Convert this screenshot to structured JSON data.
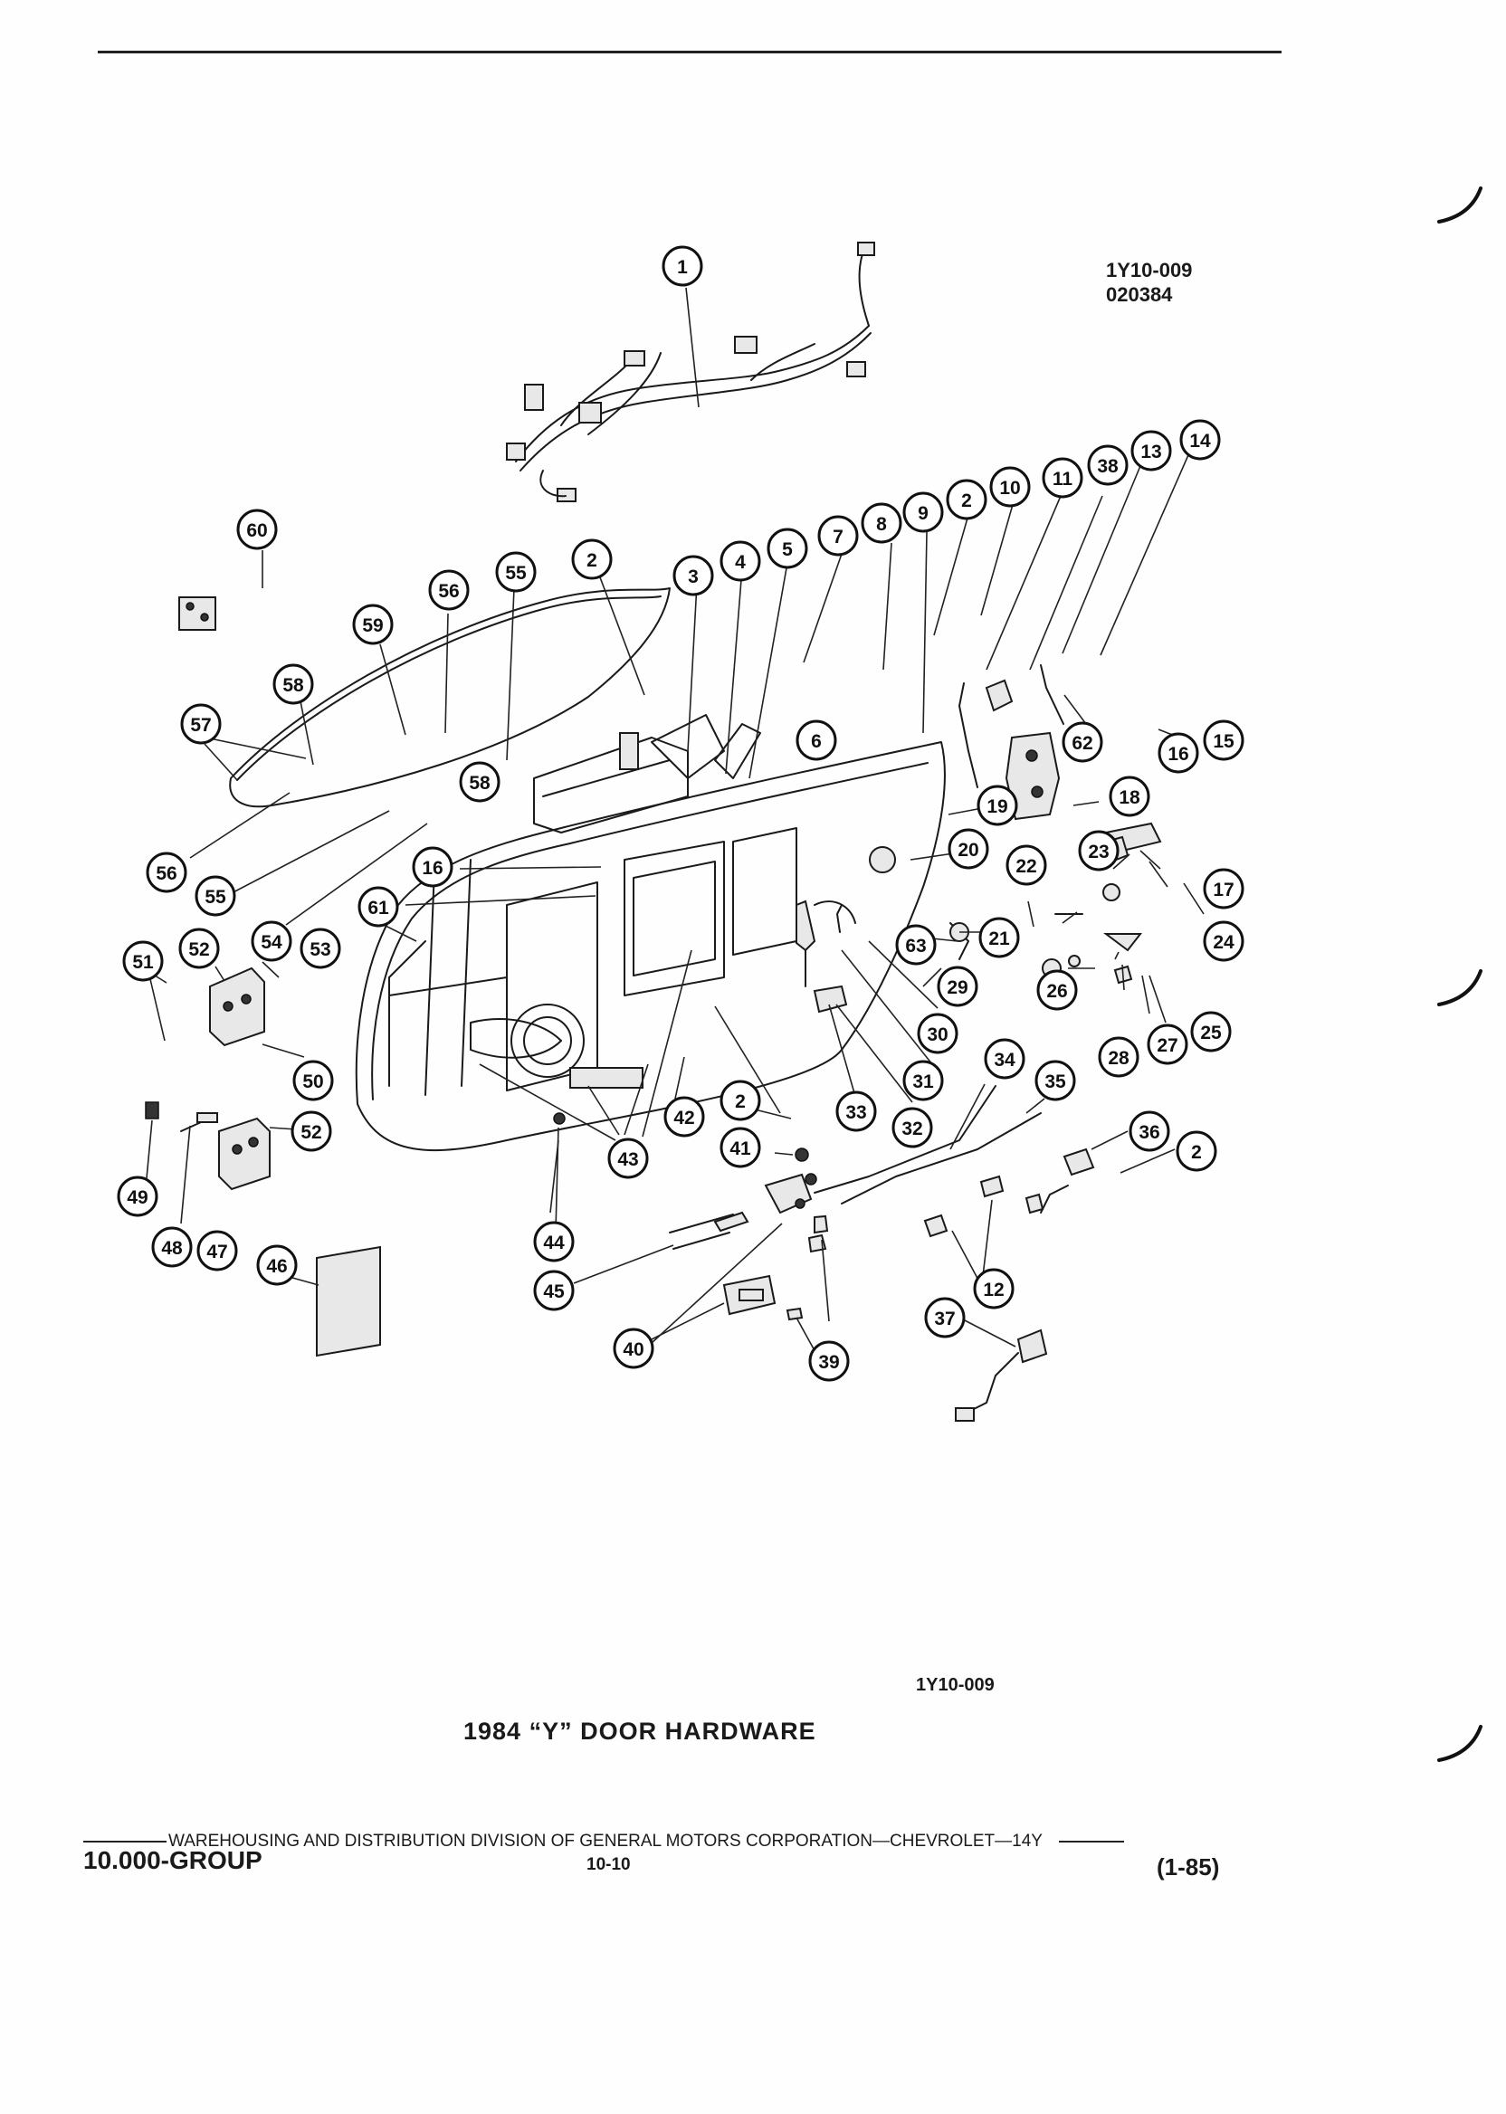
{
  "header": {
    "ref_code": "1Y10-009",
    "date_code": "020384"
  },
  "diagram": {
    "callouts": [
      "1",
      "2",
      "2",
      "2",
      "2",
      "3",
      "4",
      "5",
      "6",
      "7",
      "8",
      "9",
      "10",
      "11",
      "12",
      "13",
      "14",
      "15",
      "16",
      "16",
      "17",
      "18",
      "19",
      "20",
      "21",
      "22",
      "23",
      "24",
      "25",
      "26",
      "27",
      "28",
      "29",
      "30",
      "31",
      "32",
      "33",
      "34",
      "35",
      "36",
      "37",
      "38",
      "39",
      "40",
      "41",
      "42",
      "43",
      "44",
      "45",
      "46",
      "47",
      "48",
      "49",
      "50",
      "51",
      "52",
      "52",
      "53",
      "54",
      "55",
      "55",
      "56",
      "56",
      "57",
      "58",
      "58",
      "59",
      "60",
      "61",
      "62",
      "63"
    ]
  },
  "figure": {
    "ref_code": "1Y10-009",
    "caption": "1984 “Y” DOOR HARDWARE"
  },
  "footer": {
    "division": "WAREHOUSING AND DISTRIBUTION  DIVISION OF GENERAL MOTORS CORPORATION—CHEVROLET—14Y",
    "group": "10.000-GROUP",
    "page_number": "10-10",
    "revision": "(1-85)"
  }
}
